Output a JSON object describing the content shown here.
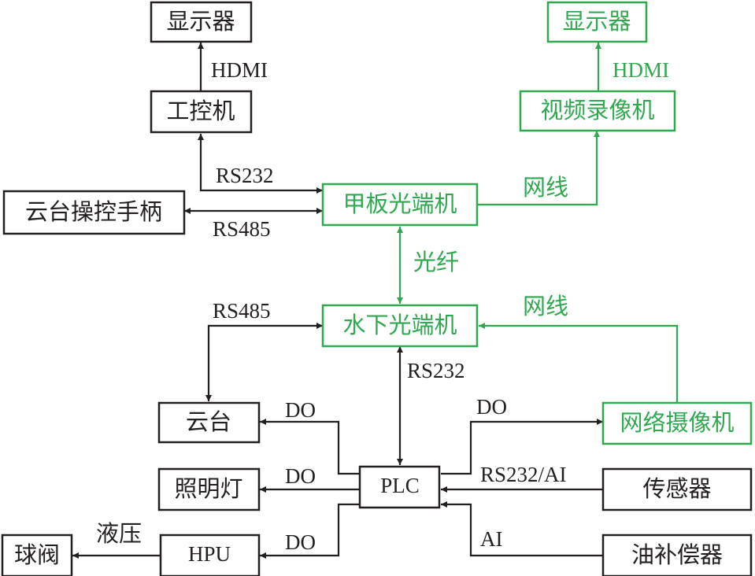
{
  "colors": {
    "black": "#231f20",
    "green": "#2fa84f"
  },
  "nodes": {
    "display_left": "显示器",
    "industrial_pc": "工控机",
    "ptz_joystick": "云台操控手柄",
    "deck_optical": "甲板光端机",
    "display_right": "显示器",
    "video_recorder": "视频录像机",
    "underwater_optical": "水下光端机",
    "ptz": "云台",
    "lighting": "照明灯",
    "plc": "PLC",
    "ball_valve": "球阀",
    "hpu": "HPU",
    "network_camera": "网络摄像机",
    "sensor": "传感器",
    "oil_compensator": "油补偿器"
  },
  "labels": {
    "hdmi_left": "HDMI",
    "hdmi_right": "HDMI",
    "rs232_pc": "RS232",
    "rs485_joystick": "RS485",
    "net_recorder": "网线",
    "fiber": "光纤",
    "rs485_ptz": "RS485",
    "net_camera": "网线",
    "rs232_plc": "RS232",
    "do_ptz": "DO",
    "do_light": "DO",
    "do_hpu": "DO",
    "hydraulic": "液压",
    "do_camera": "DO",
    "rs232_ai": "RS232/AI",
    "ai": "AI"
  }
}
